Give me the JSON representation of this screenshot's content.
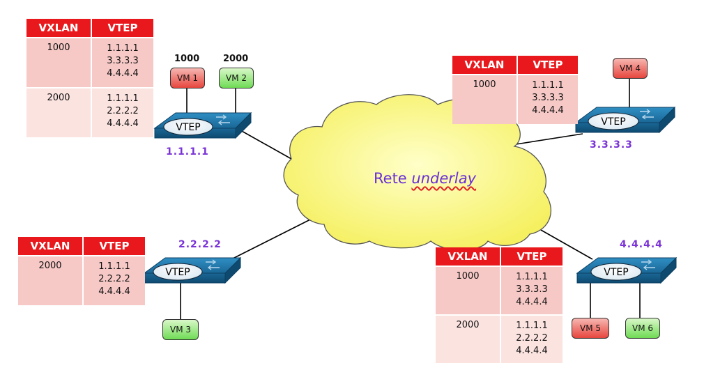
{
  "tables": {
    "t1": {
      "header": [
        "VXLAN",
        "VTEP"
      ],
      "rows": [
        {
          "vxlan": "1000",
          "vtep": [
            "1.1.1.1",
            "3.3.3.3",
            "4.4.4.4"
          ]
        },
        {
          "vxlan": "2000",
          "vtep": [
            "1.1.1.1",
            "2.2.2.2",
            "4.4.4.4"
          ]
        }
      ]
    },
    "t2": {
      "header": [
        "VXLAN",
        "VTEP"
      ],
      "rows": [
        {
          "vxlan": "1000",
          "vtep": [
            "1.1.1.1",
            "3.3.3.3",
            "4.4.4.4"
          ]
        }
      ]
    },
    "t3": {
      "header": [
        "VXLAN",
        "VTEP"
      ],
      "rows": [
        {
          "vxlan": "2000",
          "vtep": [
            "1.1.1.1",
            "2.2.2.2",
            "4.4.4.4"
          ]
        }
      ]
    },
    "t4": {
      "header": [
        "VXLAN",
        "VTEP"
      ],
      "rows": [
        {
          "vxlan": "1000",
          "vtep": [
            "1.1.1.1",
            "3.3.3.3",
            "4.4.4.4"
          ]
        },
        {
          "vxlan": "2000",
          "vtep": [
            "1.1.1.1",
            "2.2.2.2",
            "4.4.4.4"
          ]
        }
      ]
    }
  },
  "switch_label": "VTEP",
  "vteps": {
    "v1": "1.1.1.1",
    "v2": "2.2.2.2",
    "v3": "3.3.3.3",
    "v4": "4.4.4.4"
  },
  "vm_numbers": {
    "vm1": "1000",
    "vm2": "2000"
  },
  "vms": {
    "vm1": "VM 1",
    "vm2": "VM 2",
    "vm3": "VM 3",
    "vm4": "VM 4",
    "vm5": "VM 5",
    "vm6": "VM 6"
  },
  "cloud": {
    "prefix": "Rete ",
    "emphasis": "underlay"
  },
  "colors": {
    "header": "#e8181c",
    "row_a": "#f6c9c6",
    "row_b": "#fbe3e0",
    "ip": "#7a33d6",
    "switch": "#1b6fa0",
    "cloud": "#ffff99",
    "vm_red": "#e7463e",
    "vm_green": "#6fdc55"
  }
}
